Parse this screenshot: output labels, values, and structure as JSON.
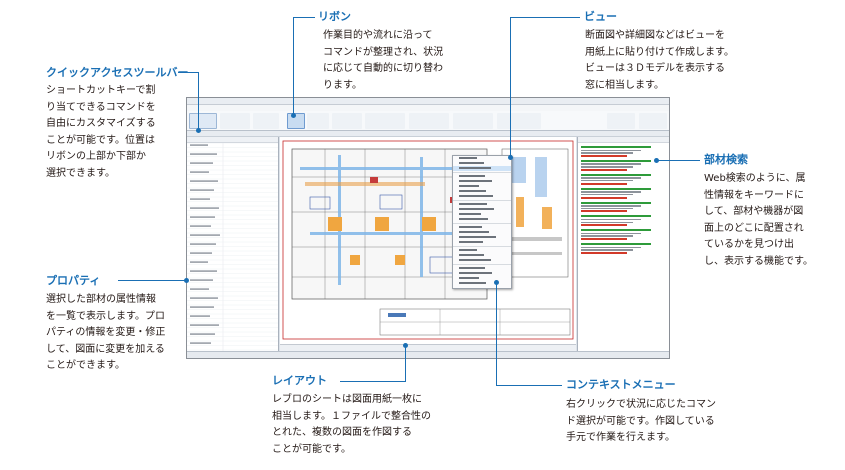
{
  "callouts": {
    "ribbon": {
      "title": "リボン",
      "text": "作業目的や流れに沿って\nコマンドが整理され、状況\nに応じて自動的に切り替わ\nります。"
    },
    "view": {
      "title": "ビュー",
      "text": "断面図や詳細図などはビューを\n用紙上に貼り付けて作成します。\nビューは３Ｄモデルを表示する\n窓に相当します。"
    },
    "qat": {
      "title": "クイックアクセスツールバー",
      "text": "ショートカットキーで割\nり当てできるコマンドを\n自由にカスタマイズする\nことが可能です。位置は\nリボンの上部か下部か\n選択できます。"
    },
    "search": {
      "title": "部材検索",
      "text": "Web検索のように、属\n性情報をキーワードに\nして、部材や機器が図\n面上のどこに配置され\nているかを見つけ出\nし、表示する機能です。"
    },
    "props": {
      "title": "プロパティ",
      "text": "選択した部材の属性情報\nを一覧で表示します。プロ\nパティの情報を変更・修正\nして、図面に変更を加える\nことができます。"
    },
    "layout": {
      "title": "レイアウト",
      "text": "レブロのシートは図面用紙一枚に\n相当します。１ファイルで整合性の\nとれた、複数の図面を作図する\nことが可能です。"
    },
    "context": {
      "title": "コンテキストメニュー",
      "text": "右クリックで状況に応じたコマン\nド選択が可能です。作図している\n手元で作業を行えます。"
    }
  },
  "colors": {
    "accent": "#1a6fb4",
    "result_title": "#2e9b3a",
    "result_link": "#d23a2a"
  }
}
